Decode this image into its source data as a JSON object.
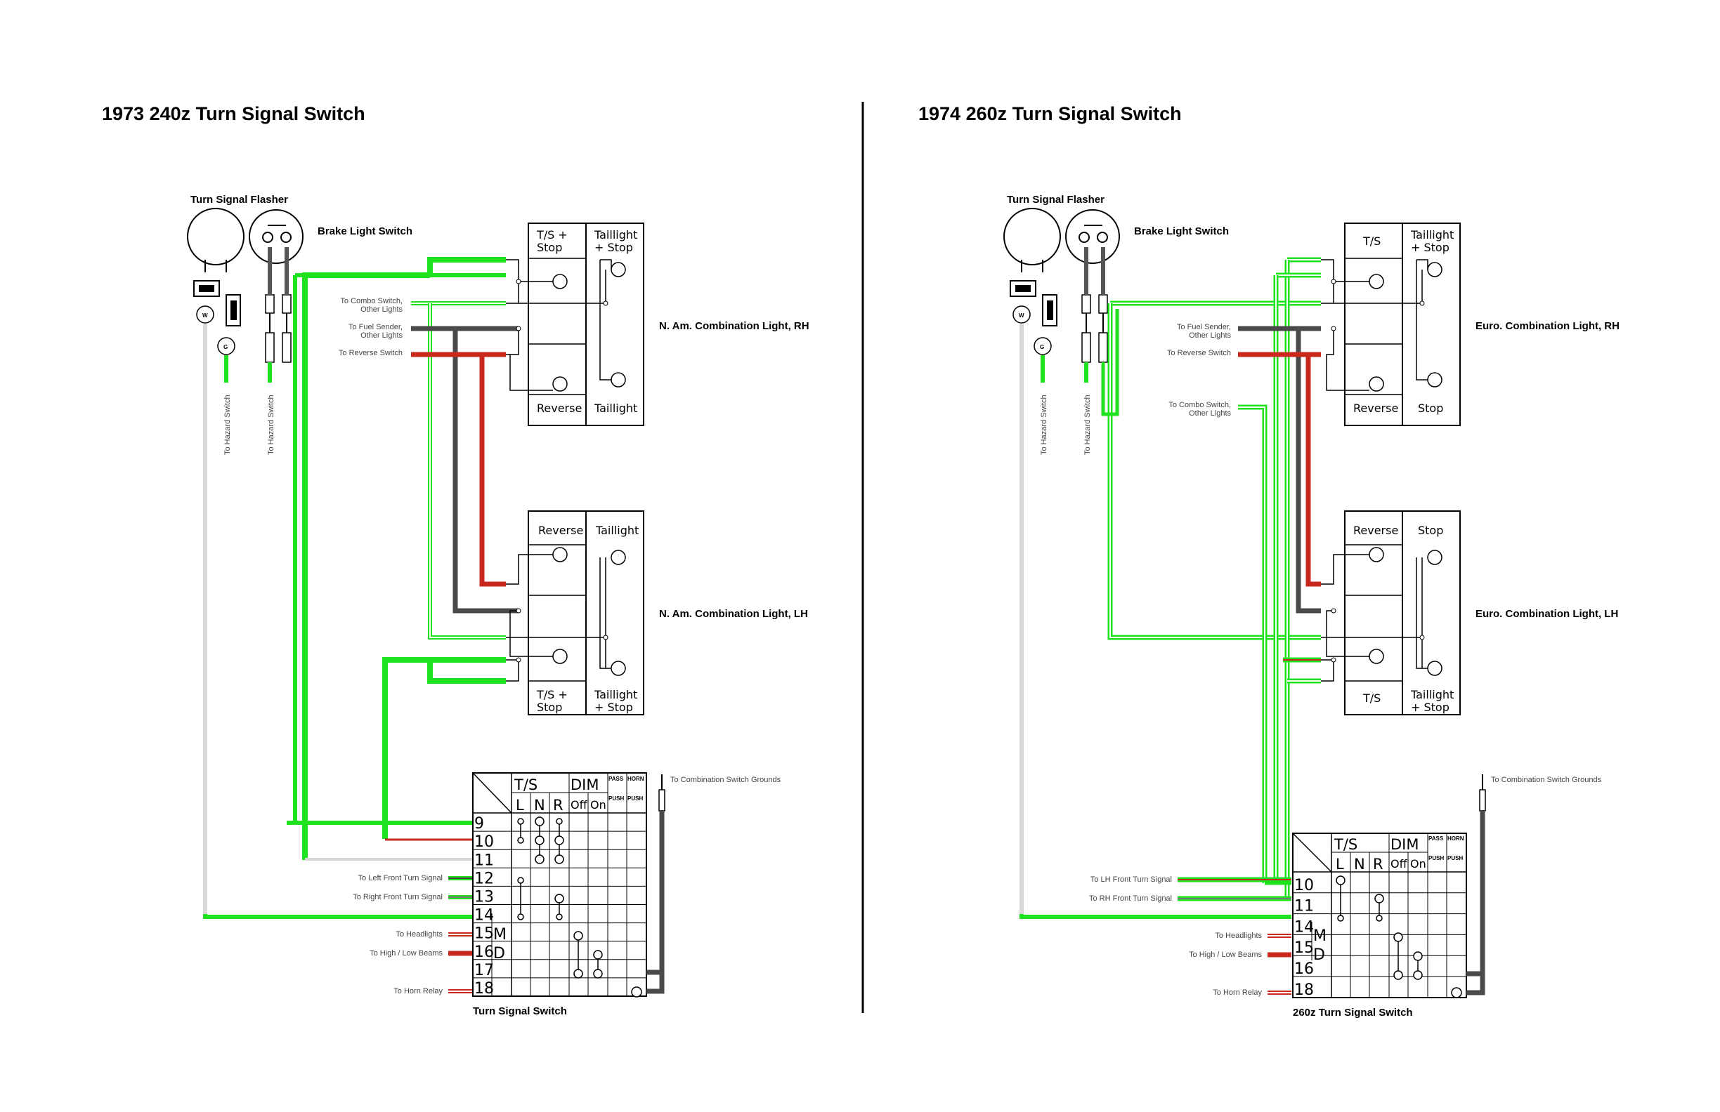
{
  "left": {
    "title": "1973 240z Turn Signal Switch",
    "flasher_label": "Turn Signal Flasher",
    "brake_label": "Brake Light Switch",
    "w": "W",
    "g": "G",
    "to_hazard_1": "To Hazard Switch",
    "to_hazard_2": "To Hazard Switch",
    "wire_combo_1": "To Combo Switch,",
    "wire_combo_2": "Other Lights",
    "wire_fuel_1": "To Fuel Sender,",
    "wire_fuel_2": "Other Lights",
    "wire_reverse": "To Reverse Switch",
    "rh_label": "N. Am. Combination Light, RH",
    "lh_label": "N. Am. Combination Light, LH",
    "rh_tl": "T/S +",
    "rh_tl2": "Stop",
    "rh_tr": "Taillight",
    "rh_tr2": "+ Stop",
    "rh_bl": "Reverse",
    "rh_br": "Taillight",
    "lh_tl": "Reverse",
    "lh_tr": "Taillight",
    "lh_bl": "T/S +",
    "lh_bl2": "Stop",
    "lh_br": "Taillight",
    "lh_br2": "+ Stop",
    "grounds": "To Combination Switch Grounds",
    "switch_label": "Turn Signal Switch",
    "to_left_front": "To Left Front Turn Signal",
    "to_right_front": "To Right Front Turn Signal",
    "to_headlights": "To Headlights",
    "to_beams": "To High / Low Beams",
    "to_horn": "To Horn Relay",
    "hdr_ts": "T/S",
    "hdr_dim": "DIM",
    "hdr_pass": "PASS",
    "hdr_horn": "HORN",
    "hdr_l": "L",
    "hdr_n": "N",
    "hdr_r": "R",
    "hdr_off": "Off",
    "hdr_on": "On",
    "hdr_push1": "PUSH",
    "hdr_push2": "PUSH",
    "rows": [
      "9",
      "10",
      "11",
      "12",
      "13",
      "14",
      "15",
      "16",
      "17",
      "18"
    ],
    "row_m": "M",
    "row_d": "D"
  },
  "right": {
    "title": "1974 260z Turn Signal Switch",
    "flasher_label": "Turn Signal Flasher",
    "brake_label": "Brake Light Switch",
    "w": "W",
    "g": "G",
    "to_hazard_1": "To Hazard Switch",
    "to_hazard_2": "To Hazard Switch",
    "wire_fuel_1": "To Fuel Sender,",
    "wire_fuel_2": "Other Lights",
    "wire_reverse": "To Reverse Switch",
    "wire_combo_1": "To Combo Switch,",
    "wire_combo_2": "Other Lights",
    "rh_label": "Euro. Combination Light, RH",
    "lh_label": "Euro. Combination Light, LH",
    "rh_tl": "T/S",
    "rh_tr": "Taillight",
    "rh_tr2": "+ Stop",
    "rh_bl": "Reverse",
    "rh_br": "Stop",
    "lh_tl": "Reverse",
    "lh_tr": "Stop",
    "lh_bl": "T/S",
    "lh_br": "Taillight",
    "lh_br2": "+ Stop",
    "grounds": "To Combination Switch Grounds",
    "switch_label": "260z Turn Signal Switch",
    "to_lh_front": "To LH Front Turn Signal",
    "to_rh_front": "To RH Front Turn Signal",
    "to_headlights": "To Headlights",
    "to_beams": "To High / Low Beams",
    "to_horn": "To Horn Relay",
    "hdr_ts": "T/S",
    "hdr_dim": "DIM",
    "hdr_pass": "PASS",
    "hdr_horn": "HORN",
    "hdr_l": "L",
    "hdr_n": "N",
    "hdr_r": "R",
    "hdr_off": "Off",
    "hdr_on": "On",
    "hdr_push1": "PUSH",
    "hdr_push2": "PUSH",
    "rows": [
      "10",
      "11",
      "14",
      "15",
      "16",
      "18"
    ],
    "row_m": "M",
    "row_d": "D"
  },
  "colors": {
    "green": "#1fe21f",
    "red": "#c8281e",
    "dark": "#4a4a4a",
    "gray": "#d8d8d8"
  }
}
